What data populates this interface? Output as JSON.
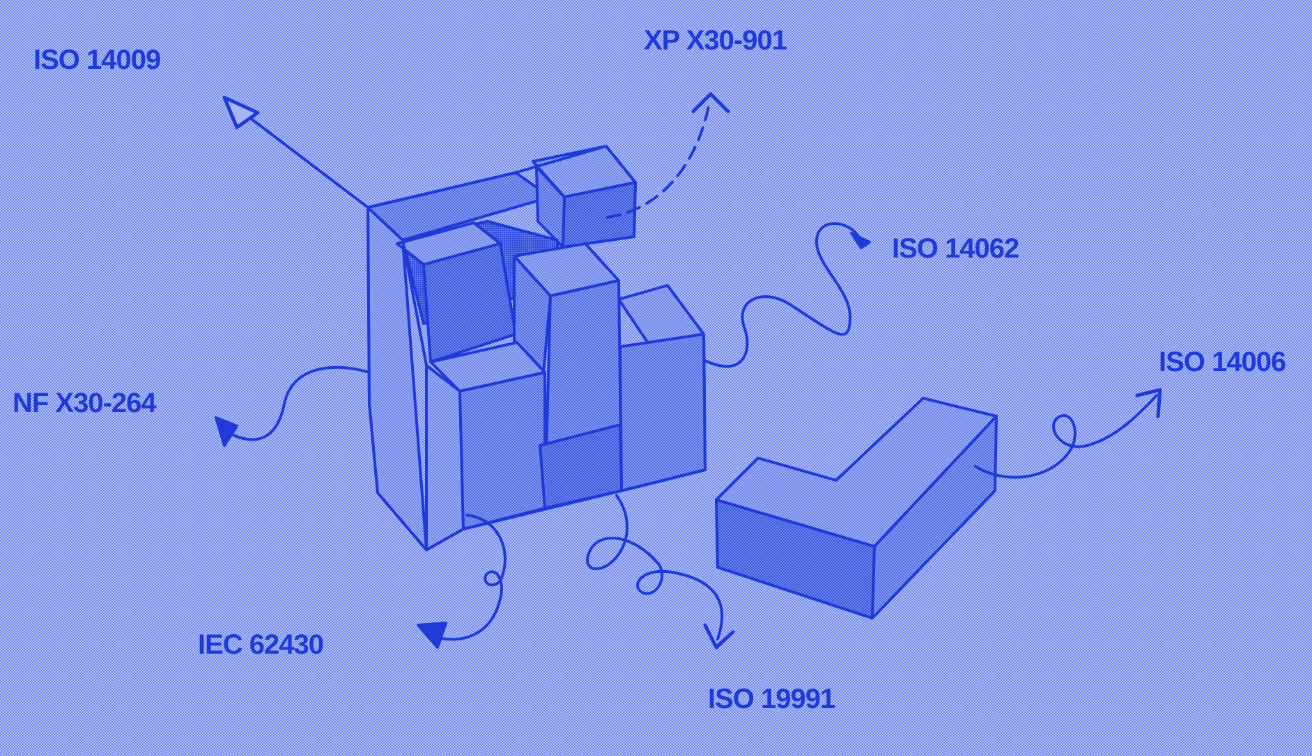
{
  "colors": {
    "ink": "#1f3ad6",
    "background": "#a6b6f4",
    "light_face": "#93a5f1",
    "mid_face": "#7890ec",
    "dark_face": "#5a76e6",
    "darkest_face": "#3f5ee0"
  },
  "labels": {
    "iso14009": "ISO 14009",
    "xpx30901": "XP X30-901",
    "iso14062": "ISO 14062",
    "iso14006": "ISO 14006",
    "nfx30264": "NF X30-264",
    "iec62430": "IEC 62430",
    "iso19991": "ISO 19991"
  },
  "icons": {
    "main_object": "cube-puzzle-icon",
    "detached_piece": "l-shaped-block-icon"
  }
}
